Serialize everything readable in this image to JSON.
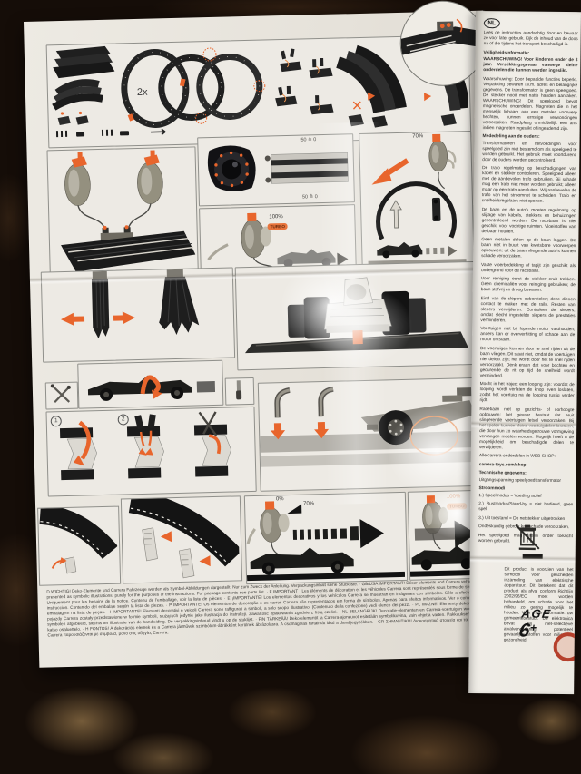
{
  "labels": {
    "qty_2x": "2x",
    "ohm": "50 ≙ 0",
    "pct70": "70%",
    "pct100": "100%",
    "turbo": "TURBO",
    "pct0": "0%",
    "step1": "1",
    "step2": "2"
  },
  "right_column": {
    "lang": "NL",
    "intro": "Lees de instructies aandachtig door en bewaar ze voor later gebruik. Kijk de inhoud van de doos na of die tijdens het transport beschadigd is.",
    "safety_heading": "Veiligheidsinformatie:",
    "safety_p1": "WAARSCHUWING! Voor kinderen onder de 3 jaar. Verstikkingsgevaar vanwege kleine onderdelen die kunnen worden ingeslikt.",
    "safety_p2": "Waarschuwing: Door bepaalde functies beperkt. Verpakking bewaren i.v.m. adres en belangrijke gegevens. De transformator is geen speelgoed. De stekker nooit met natte handen aanraken. WAARSCHUWING! Dit speelgoed bevat magnetische onderdelen. Magneten die in het menselijk lichaam aan een metalen voorwerp hechten, kunnen ernstige verwondingen veroorzaken. Raadpleeg onmiddellijk een arts indien magneten ingeslikt of ingeademd zijn.",
    "parents_heading": "Mededeling aan de ouders:",
    "p": [
      "Transformatoren en netvoedingen voor speelgoed zijn niet bestemd om als speelgoed te worden gebruikt. Het gebruik moet voortdurend door de ouders worden gecontroleerd.",
      "De trafo regelmatig op beschadigingen van kabel en stekker controleren. Speelgoed alleen met de aanbevolen trafo gebruiken. Bij schade mag een trafo niet meer worden gebruikt; alleen maar op een trafo aansluiten. Wij aanbevelen de trafo van het stroomnet te scheiden. Trafo en snelheidsregelaars niet openen.",
      "De baan en de auto's moeten regelmatig op slijtage van kabels, stekkers en behuizingen gecontroleerd worden. De racebaan is niet geschikt voor vochtige ruimten. Vloeistoffen van de baan houden.",
      "Geen metalen delen op de baan leggen. De baan niet in buurt van kwetsbare voorwerpen opbouwen; uit de baan vliegende auto's kunnen schade veroorzaken.",
      "Vaste vloerbedekking of tapijt zijn geschikt als ondergrond voor de racebaan.",
      "Voor reiniging eerst de stekker eruit trekken. Geen chemicaliën voor reiniging gebruiken; de baan stofvrij en droog bewaren.",
      "Eind van de slepers opborstelen; deze dienen contact te maken met de rails. Resten van slepers verwijderen. Controleer de slepers, omdat slecht ingestelde slepers de prestaties verminderen.",
      "Voertuigen niet bij lopende motor vasthouden; anders kan er oververhitting of schade aan de motor ontstaan.",
      "De voertuigen kunnen door te snel rijden uit de baan vliegen. Dit staat niet, omdat de voertuigen niet defect zijn; het wordt door het te snel rijden veroorzaakt. Denk eraan dat voor bochten en gedurende de rit op tijd de snelheid wordt verminderd.",
      "Mocht in het traject een looping zijn: voordat de looping wordt verlaten de knop even loslaten, zodat het voertuig na de looping rustig verder rijdt.",
      "Racebaan niet op gezichts- of oorhoogte opbouwen; het gevaar bestaat dat eruit slingerende voertuigen letsel veroorzaken. Bij het spelen kunnen kleine voertuigdelen losraken, die door hun zo waarheidsgetrouwe vormgeving vervangen moeten worden. Mogelijk heeft u de mogelijkheid om beschadigde delen te verwijderen."
    ],
    "shop_label": "Alle carrera-onderdelen in WEB-SHOP:",
    "shop_url": "carrera-toys.com/shop",
    "tech_heading": "Technische gegevens:",
    "tech_p1": "Uitgangsspanning speelgoedtransformator",
    "modes_heading": "Stroommodi",
    "mode1": "1.) Speelmodus = Voeding actief",
    "mode2": "2.) Rustmodus/Stand-by = niet bediend, geen spel",
    "mode3": "3.) Uit toestand = De netstekker uitgetrokken",
    "tech_p2": "Ondeskundig gebruik kan schade veroorzaken.",
    "tech_p3": "Het speelgoed mag alleen onder toezicht worden gebruikt.",
    "weee_text": "Dit product is voorzien van het symbool voor gescheiden inzameling van elektrische apparatuur. Dit betekent dat dit product als afval conform Richtlijn 2002/96/EC moet worden behandeld, om schade voor het milieu zo gering mogelijk te houden. Voor meer informatie: uw gemeentebestuur. De elektronica bevat bij niet-selectieve afvalverwijdering potentieel gevaarlijke stoffen voor milieu en gezondheid.",
    "age_label": "AGE",
    "age_six": "6",
    "age_plus": "+"
  },
  "footer": {
    "text": "D WICHTIG! Deko-Elemente und Carrera Fahrzeuge werden als Symbol-Abbildungen dargestellt. Nur zum Zweck der Anleitung. Verpackungsinhalt siehe Stückliste. · GB/USA IMPORTANT! Décor elements and Carrera vehicles are presented as symbolic illustrations, purely for the purposes of the instructions. For package contents see parts list. · F IMPORTANT ! Les éléments de décoration et les véhicules Carrera sont représentés sous forme de symboles. Uniquement pour les besoins de la notice. Contenu de l'emballage, voir la liste de pièces. · E ¡IMPORTANTE! Los elementos decorativos y los vehículos Carrera se muestran en imágenes con símbolos. Sólo a efectos de la instrucción. Contenido del embalaje según la lista de piezas. · P IMPORTANTE! Os elementos de decoração e os carros Carrera são representados em forma de símbolos. Apenas para efeitos informativos. Ver o conteúdo da embalagem na lista de peças. · I IMPORTANTE! Elementi decorativi e veicoli Carrera sono raffigurati a simboli, a solo scopo illustrativo. (Contenuto della confezione) vedi elenco dei pezzi. · PL WAŻNE! Elementy dekoracyjne i pojazdy Carrera zostały przedstawione w formie symboli, służących jedynie jako ilustracja do instrukcji. Zawartość opakowania zgodnie z listą części. · NL BELANGRIJK! Decoratie-elementen en Carrera-voertuigen worden als symbolen afgebeeld, slechts ter illustratie van de handleiding. De verpakkingsinhoud vindt u op de stuklijst. · FIN TÄRKEÄÄ! Deko-elementit ja Carrera-ajoneuvot esitetään symbolikuvina, vain ohjetta varten. Pakkauksen sisältö, katso osaluettelo. · H FONTOS! A dekorációs elemek és a Carrera járművek szimbólum-ábrákként kerülnek ábrázolásra. A csomagolás tartalmát lásd a darabjegyzékben. · GR ΣΗΜΑΝΤΙΚΟ! Διακοσμητικά στοιχεία και τα οχήματα Carrera παρουσιάζονται με σύμβολα, μόνο στις οδηγίες Carrera."
  }
}
